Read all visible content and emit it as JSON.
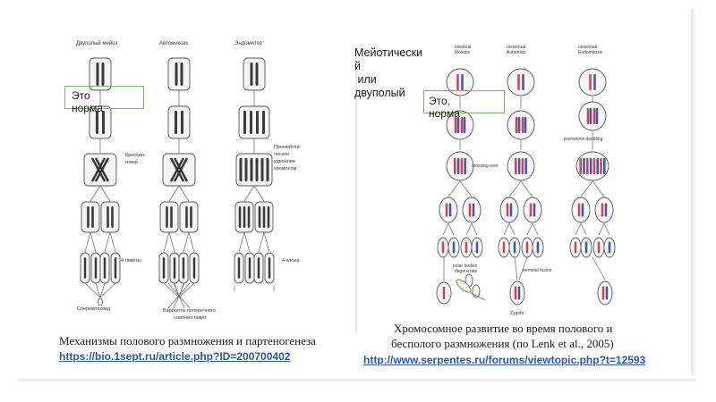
{
  "left_diagram": {
    "headers": [
      "Двуполый мейоз",
      "Автомиксис",
      "Эндомитоз"
    ],
    "side_labels": {
      "crossing": "Кроссин-говер",
      "doubling": "Премейоти-ческое удвоение хромосом",
      "four_gametes": "4 гаметы",
      "four_clones": "4 клона"
    },
    "bottom_labels": {
      "sperm": "Сперматозоид",
      "variants": "Варианты поперечного слияния гамет"
    },
    "note_box": "Это норма"
  },
  "right_diagram": {
    "headers": [
      "bisexual Meiosis",
      "unisexual Automixis",
      "unisexual Endomitosis"
    ],
    "annotations": {
      "crossing_over": "crossing over",
      "premeiotic_doubling": "premeiotic doubling",
      "polar_bodies": "polar bodies degenerate",
      "terminal_fusion": "terminal fusion",
      "zygota": "Zygota"
    },
    "note_text": "Мейотический или двуполый",
    "note_box": "Это, норма"
  },
  "captions": {
    "left": "Механизмы полового размножения и партеногенеза",
    "left_link": "https://bio.1sept.ru/article.php?ID=200700402",
    "right_line1": "Хромосомное развитие во время полового и",
    "right_line2": "бесполого размножения (по Lenk et al., 2005)",
    "right_link": "http://www.serpentes.ru/forums/viewtopic.php?t=12593"
  },
  "colors": {
    "link": "#2a57a6",
    "note_border": "#79b466",
    "chrom_red": "#d9434f",
    "chrom_blue": "#3a5fb0"
  }
}
